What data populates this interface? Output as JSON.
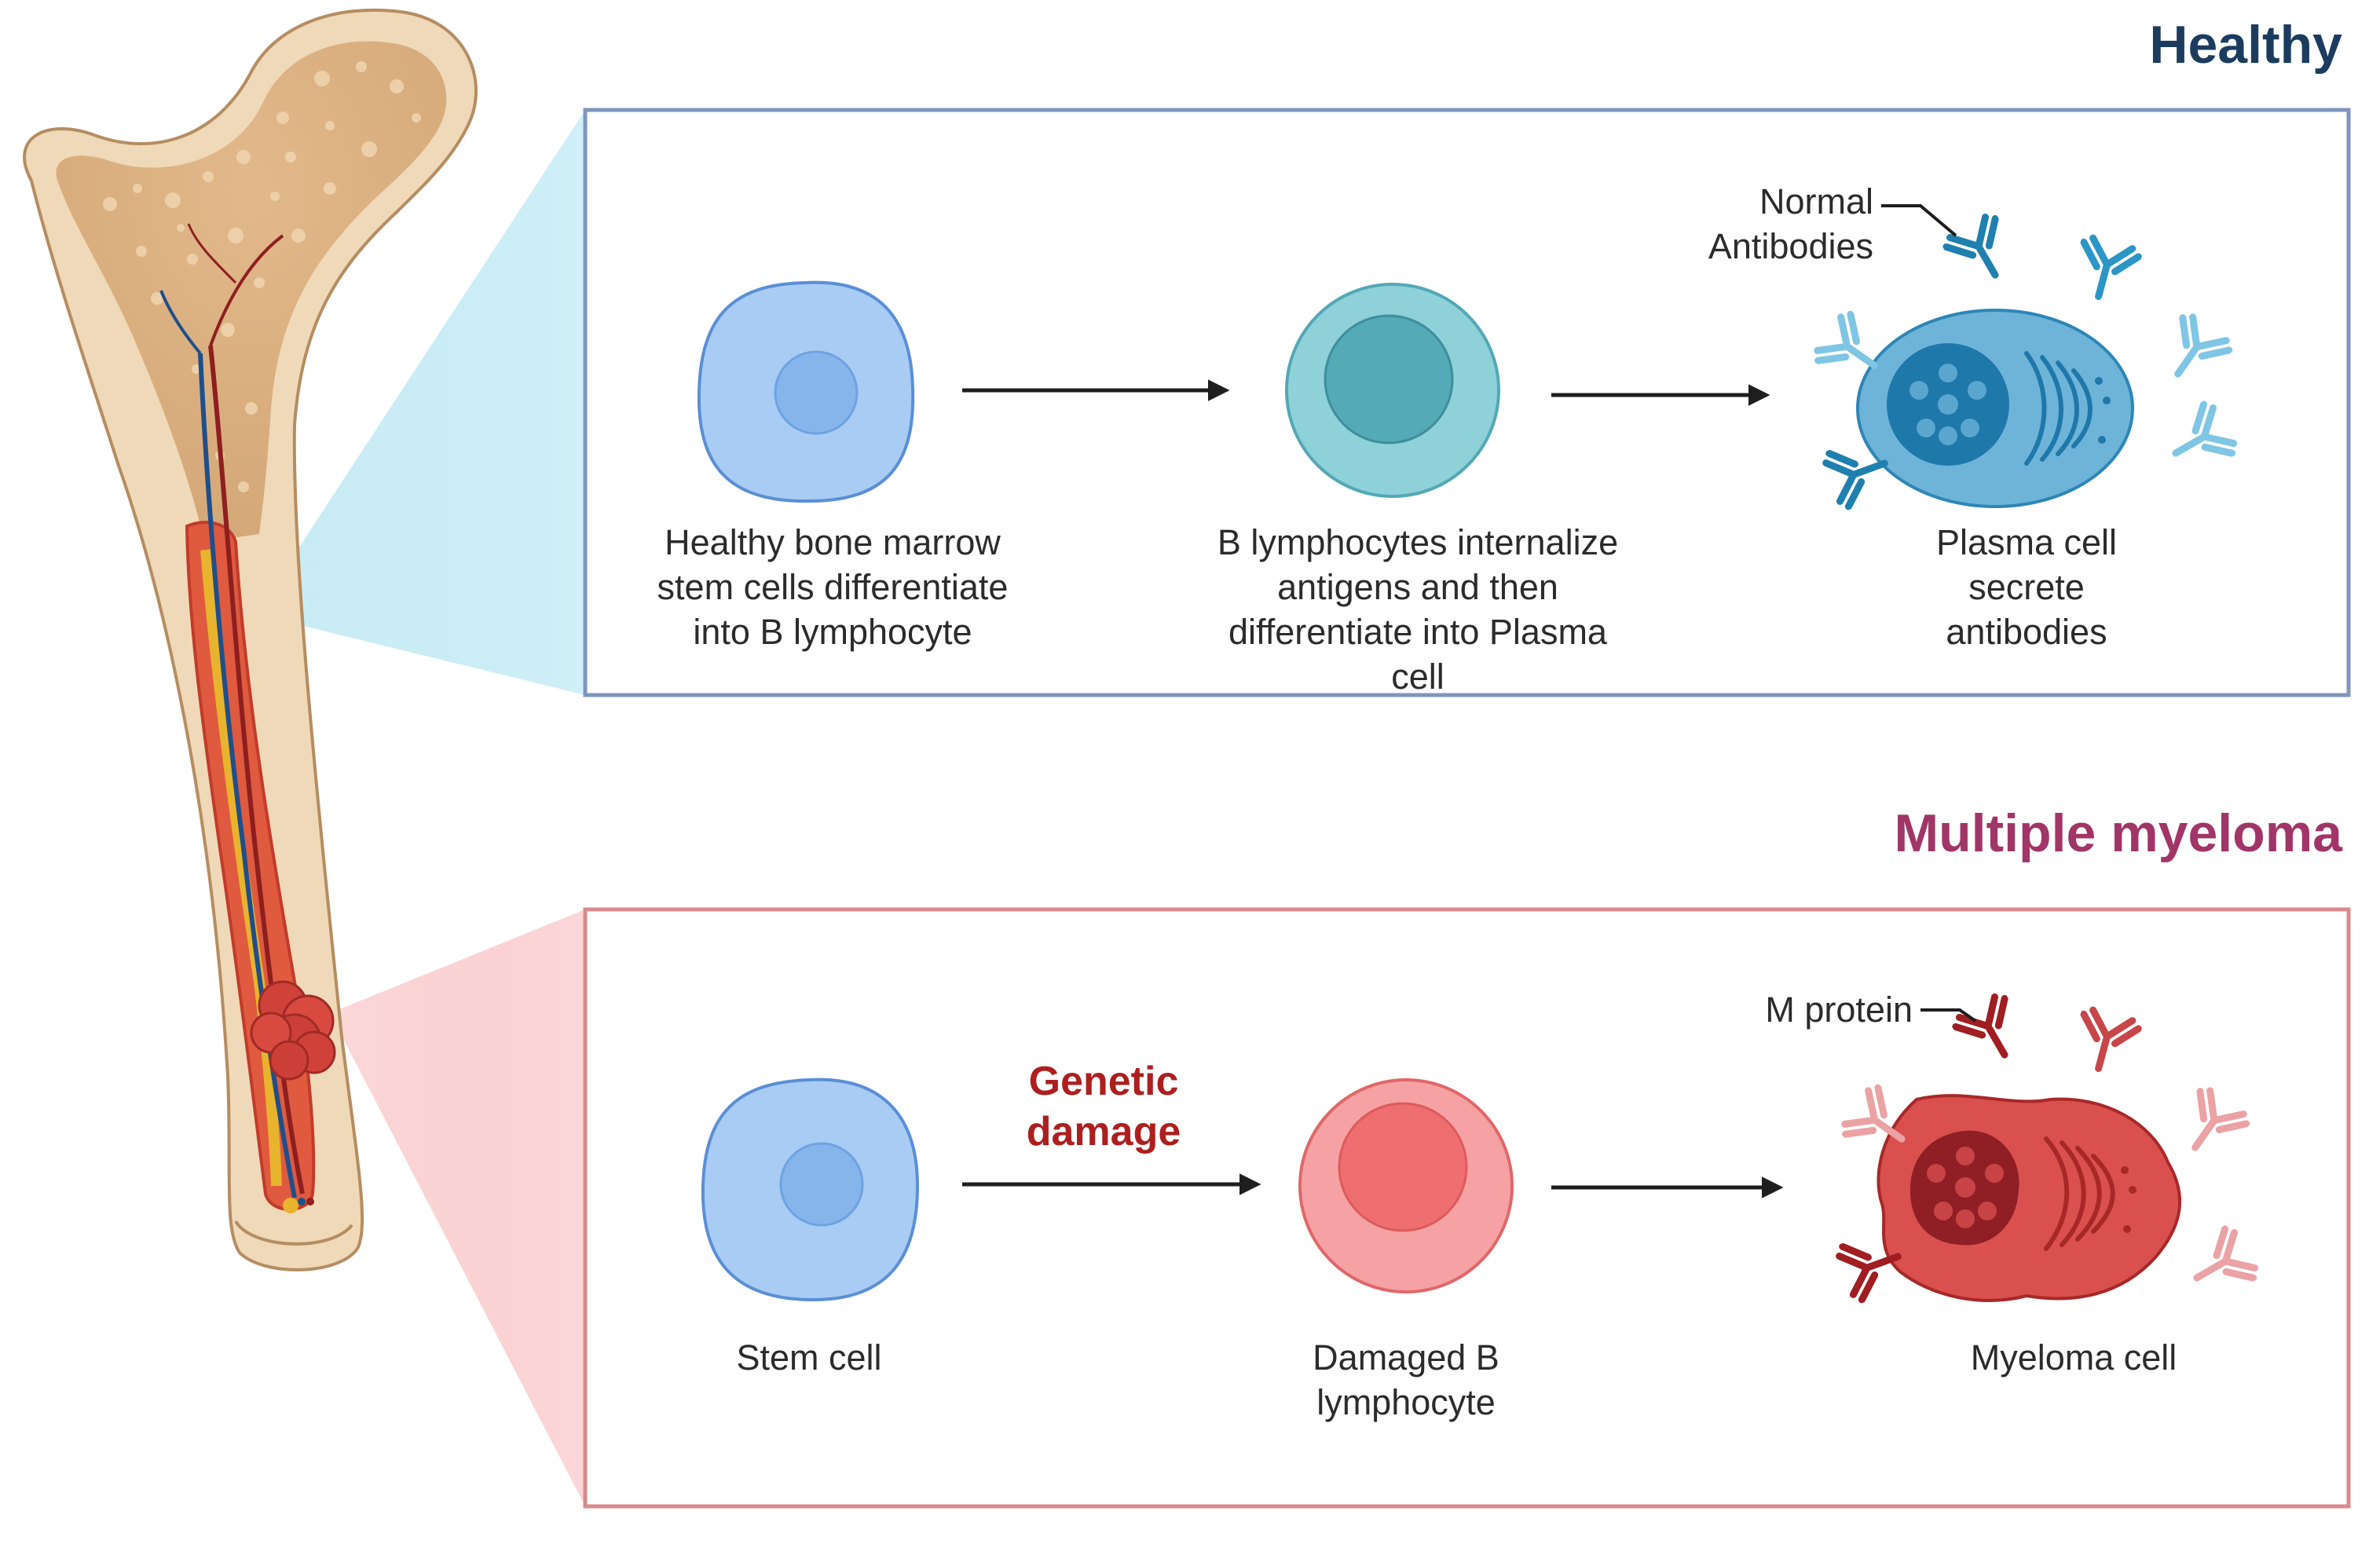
{
  "panels": {
    "healthy": {
      "heading": "Healthy",
      "accent": "#1b3c5f",
      "border": "#7f95bd",
      "steps": [
        {
          "caption": "Healthy bone marrow\nstem cells differentiate\ninto B lymphocyte"
        },
        {
          "caption": "B lymphocytes internalize\nantigens and then\ndifferentiate into Plasma\ncell"
        },
        {
          "caption": "Plasma cell\nsecrete\nantibodies"
        }
      ],
      "callout": "Normal\nAntibodies"
    },
    "myeloma": {
      "heading": "Multiple myeloma",
      "accent": "#a13567",
      "border": "#d88a8c",
      "steps": [
        {
          "caption": "Stem cell"
        },
        {
          "caption": "Damaged B\nlymphocyte"
        },
        {
          "caption": "Myeloma cell"
        }
      ],
      "callout": "M protein",
      "arrow_label": "Genetic\ndamage"
    }
  },
  "icons": {
    "bone": "femur-bone-icon",
    "tumor": "bone-tumor-icon",
    "stem_cell": "stem-cell-icon",
    "b_lymphocyte": "b-lymphocyte-icon",
    "plasma_cell": "plasma-cell-icon",
    "damaged_b_lymphocyte": "damaged-b-lymphocyte-icon",
    "myeloma_cell": "myeloma-cell-icon",
    "antibody": "antibody-icon",
    "m_protein": "m-protein-icon"
  }
}
